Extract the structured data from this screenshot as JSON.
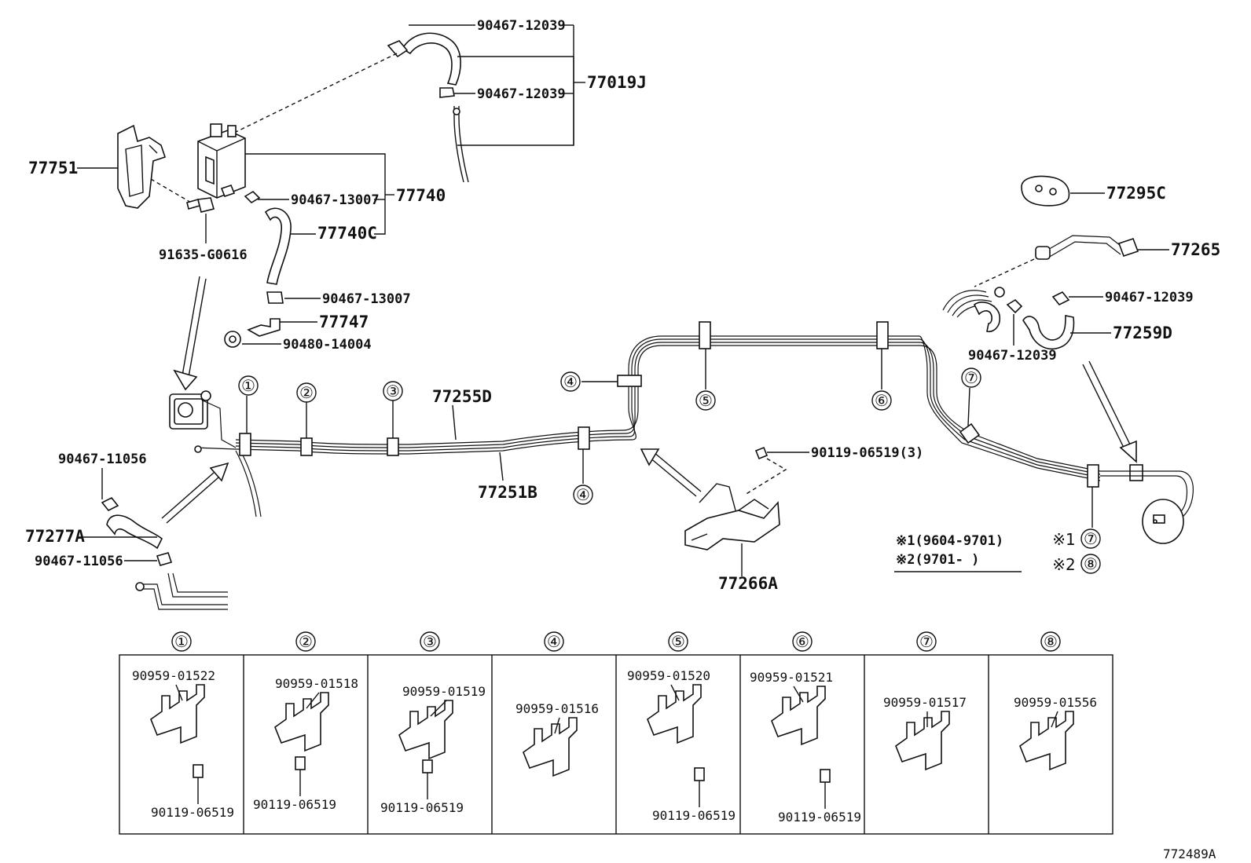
{
  "top": {
    "p90467_12039_a": "90467-12039",
    "p90467_12039_b": "90467-12039",
    "p77019J": "77019J",
    "p77751": "77751",
    "p90467_13007_a": "90467-13007",
    "p77740": "77740",
    "p77740C": "77740C",
    "p91635_G0616": "91635-G0616",
    "p90467_13007_b": "90467-13007",
    "p77747": "77747",
    "p90480_14004": "90480-14004"
  },
  "right": {
    "p77295C": "77295C",
    "p77265": "77265",
    "p90467_12039_c": "90467-12039",
    "p77259D": "77259D",
    "p90467_12039_d": "90467-12039"
  },
  "middle": {
    "p77255D": "77255D",
    "p77251B": "77251B",
    "p90119_06519_3": "90119-06519(3)",
    "p77266A": "77266A",
    "p90467_11056_a": "90467-11056",
    "p77277A": "77277A",
    "p90467_11056_b": "90467-11056"
  },
  "notes": {
    "note1": "※1(9604-9701)",
    "note2": "※2(9701-       )",
    "mark1": "※1",
    "mark2": "※2"
  },
  "circles": [
    "①",
    "②",
    "③",
    "④",
    "⑤",
    "⑥",
    "⑦",
    "⑧"
  ],
  "table": {
    "columns": [
      {
        "num": "①",
        "clamp": "90959-01522",
        "bolt": "90119-06519"
      },
      {
        "num": "②",
        "clamp": "90959-01518",
        "bolt": "90119-06519"
      },
      {
        "num": "③",
        "clamp": "90959-01519",
        "bolt": "90119-06519"
      },
      {
        "num": "④",
        "clamp": "90959-01516",
        "bolt": ""
      },
      {
        "num": "⑤",
        "clamp": "90959-01520",
        "bolt": "90119-06519"
      },
      {
        "num": "⑥",
        "clamp": "90959-01521",
        "bolt": "90119-06519"
      },
      {
        "num": "⑦",
        "clamp": "90959-01517",
        "bolt": ""
      },
      {
        "num": "⑧",
        "clamp": "90959-01556",
        "bolt": ""
      }
    ]
  },
  "figure_id": "772489A"
}
